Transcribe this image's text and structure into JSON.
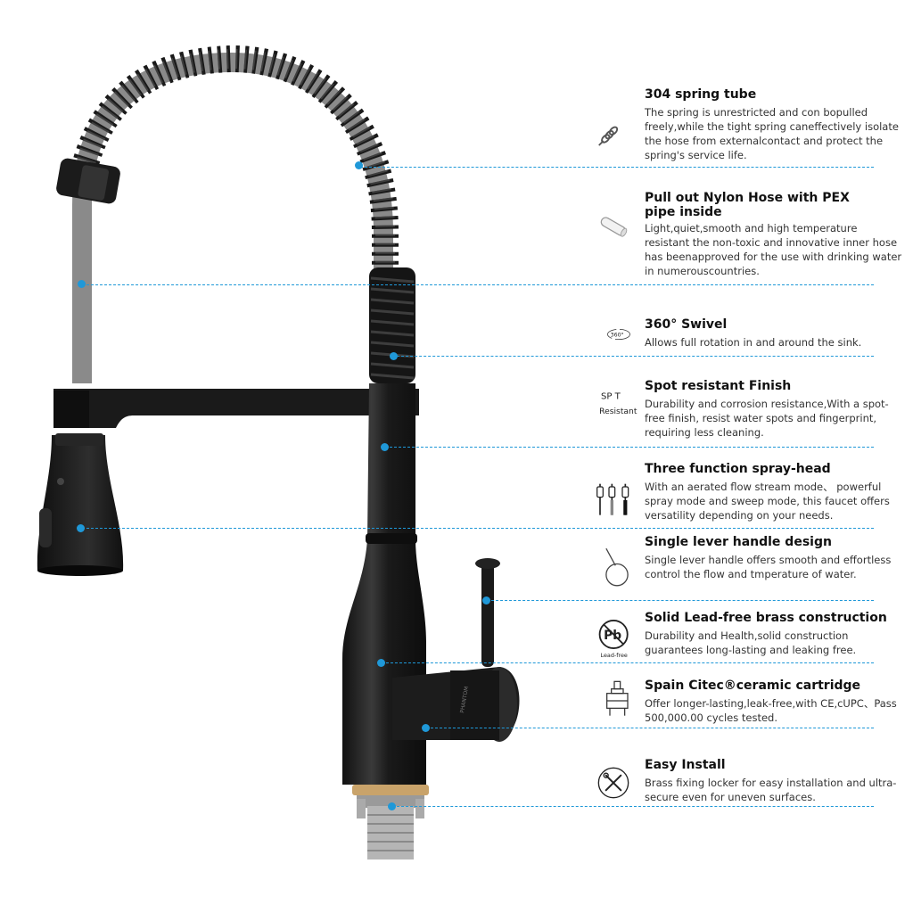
{
  "features": [
    {
      "title": "304 spring tube",
      "description": "The spring is unrestricted and con bopulled freely,while the tight spring caneffectively isolate the hose from externalcontact and protect the spring's service life.",
      "icon": "spring-icon"
    },
    {
      "title": "Pull out Nylon Hose with PEX pipe inside",
      "description": "Light,quiet,smooth and high temperature resistant the non-toxic and innovative inner hose has beenapproved for the use with drinking water in numerouscountries.",
      "icon": "hose-icon"
    },
    {
      "title": "360° Swivel",
      "description": "Allows full rotation in and around the sink.",
      "icon": "swivel-icon",
      "icon_text": "360°"
    },
    {
      "title": "Spot resistant Finish",
      "description": "Durability and corrosion resistance,With a spot-free finish, resist water spots and fingerprint, requiring less cleaning.",
      "icon": "spot-resistant-icon",
      "icon_text_top": "SP T",
      "icon_text_bottom": "Resistant"
    },
    {
      "title": "Three function spray-head",
      "description": "With an aerated flow stream mode、 powerful spray mode and sweep mode, this faucet offers versatility depending on your needs.",
      "icon": "spray-modes-icon"
    },
    {
      "title": "Single lever handle design",
      "description": "Single lever handle offers smooth and effortless control the flow and tmperature of water.",
      "icon": "lever-handle-icon"
    },
    {
      "title": "Solid Lead-free brass construction",
      "description": "Durability and Health,solid construction guarantees long-lasting and leaking free.",
      "icon": "lead-free-icon",
      "icon_text_top": "Pb",
      "icon_text_bottom": "Lead-free"
    },
    {
      "title": "Spain Citec®ceramic cartridge",
      "description": "Offer longer-lasting,leak-free,with CE,cUPC、Pass 500,000.00 cycles tested.",
      "icon": "cartridge-icon"
    },
    {
      "title": "Easy Install",
      "description": "Brass fixing locker for easy installation and ultra-secure even for uneven surfaces.",
      "icon": "tools-icon"
    }
  ],
  "brand_mark": "PHANTOM",
  "colors": {
    "accent": "#1f98d8",
    "faucet": "#1b1b1b",
    "hose": "#8a8a8a",
    "brass": "#c9a36a"
  }
}
